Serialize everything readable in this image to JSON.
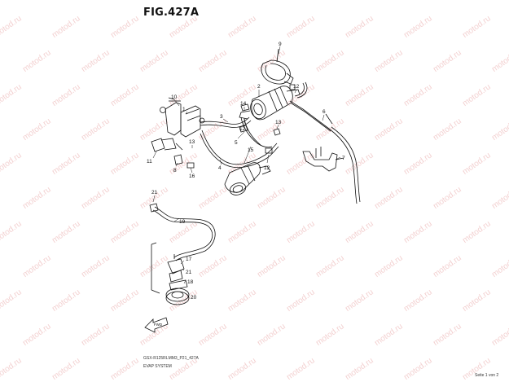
{
  "figure_title": "FIG.427A",
  "footer": {
    "model_code": "GSX-R125RLMM3_P21_427A",
    "section_name": "EVAP SYSTEM",
    "page_indicator": "Seite 1 von 2"
  },
  "watermark_text": "motod.ru",
  "direction_badge_text": "FWD",
  "callouts": [
    "9",
    "2",
    "12",
    "6",
    "10",
    "3",
    "14",
    "12",
    "13",
    "1",
    "5",
    "15",
    "13",
    "12",
    "7",
    "11",
    "8",
    "16",
    "4",
    "21",
    "19",
    "17",
    "21",
    "18",
    "20"
  ]
}
